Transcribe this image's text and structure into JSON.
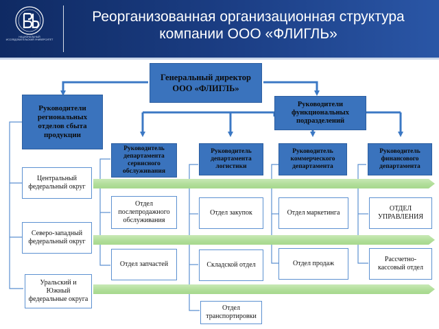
{
  "header": {
    "title_line1": "Реорганизованная организационная структура",
    "title_line2": "компании ООО «ФЛИГЛЬ»",
    "logo_text": "НАЦИОНАЛЬНЫЙ ИССЛЕДОВАТЕЛЬСКИЙ УНИВЕРСИТЕТ"
  },
  "colors": {
    "header": "#1c3f86",
    "dark_box": "#3a73bd",
    "light_border": "#5a8fd0",
    "connector": "#3b78c4",
    "band": "#b3df9c"
  },
  "nodes": {
    "ceo": "Генеральный директор ООО «ФЛИГЛЬ»",
    "regional_heads": "Руководители региональных отделов сбыта продукции",
    "functional_heads": "Руководители функциональных подразделений",
    "service_head": "Руководитель департамента сервисного обслуживания",
    "logistics_head": "Руководитель департамента логистики",
    "commercial_head": "Руководитель коммерческого департамента",
    "finance_head": "Руководитель финансового департамента",
    "central_district": "Центральный федеральный округ",
    "northwest_district": "Северо-западный федеральный округ",
    "ural_south_district": "Уральский и Южный федеральные округа",
    "aftersales": "Отдел послепродажного обслуживания",
    "spare_parts": "Отдел запчастей",
    "purchasing": "Отдел закупок",
    "warehouse": "Складской отдел",
    "transport": "Отдел транспортировки",
    "marketing": "Отдел маркетинга",
    "sales": "Отдел продаж",
    "management": "ОТДЕЛ УПРАВЛЕНИЯ",
    "cash": "Рассчетно-кассовый отдел"
  }
}
